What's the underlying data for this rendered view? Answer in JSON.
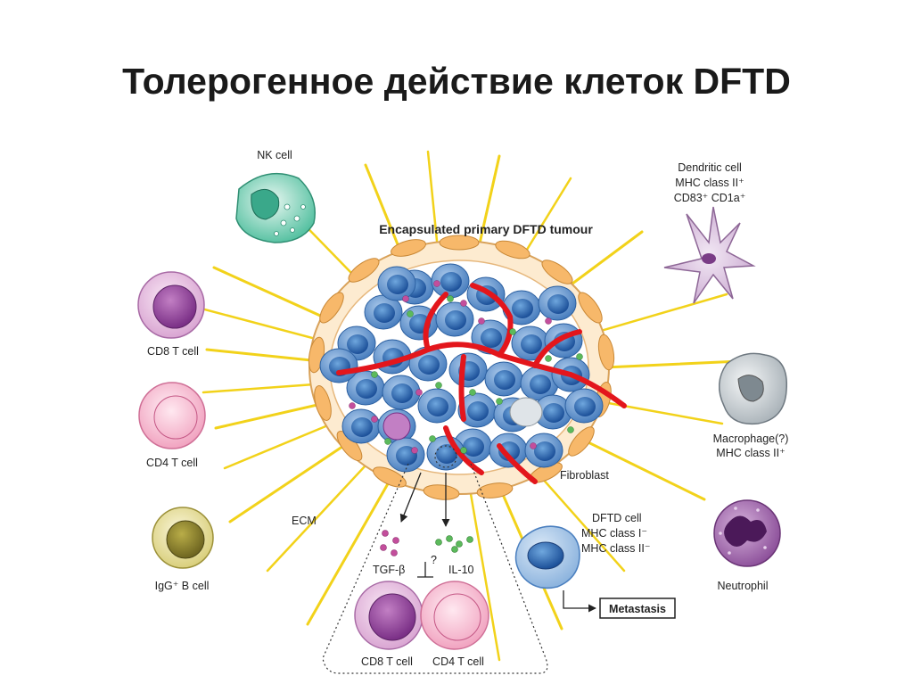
{
  "title": "Толерогенное действие клеток DFTD",
  "diagram": {
    "tumour_label": "Encapsulated primary DFTD tumour",
    "nk": "NK cell",
    "cd8": "CD8 T cell",
    "cd4": "CD4 T cell",
    "bcell": "IgG⁺ B cell",
    "ecm": "ECM",
    "dendritic": [
      "Dendritic cell",
      "MHC class II⁺",
      "CD83⁺ CD1a⁺"
    ],
    "macrophage": [
      "Macrophage(?)",
      "MHC class II⁺"
    ],
    "neutrophil": "Neutrophil",
    "fibroblast": "Fibroblast",
    "dftd_cell": [
      "DFTD cell",
      "MHC class I⁻",
      "MHC class II⁻"
    ],
    "metastasis": "Metastasis",
    "tgf": "TGF-β",
    "question": "?",
    "il10": "IL-10",
    "inset_cd8": "CD8 T cell",
    "inset_cd4": "CD4 T cell"
  },
  "colors": {
    "rays": "#f2d21a",
    "tumour_cell": "#4f86c6",
    "tumour_nucleus": "#1f5aa8",
    "vessel": "#e3161c",
    "capsule": "#f7c98f",
    "tgf_dots": "#c34e9c",
    "il10_dots": "#5cba5c"
  }
}
